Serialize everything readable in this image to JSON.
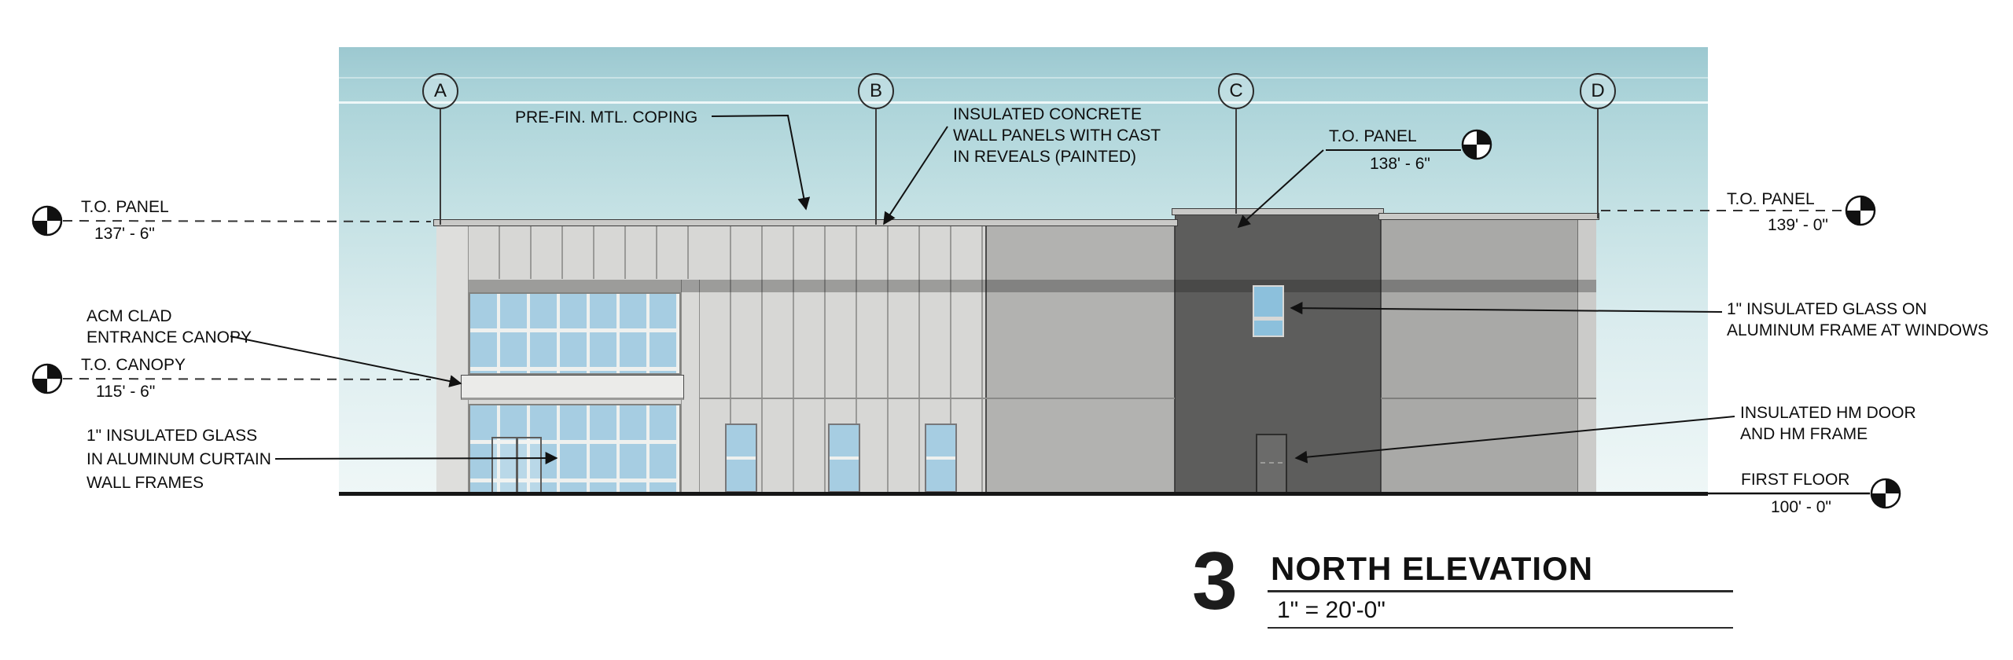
{
  "drawing": {
    "number": "3",
    "title": "NORTH ELEVATION",
    "scale": "1\" = 20'-0\""
  },
  "grids": [
    {
      "label": "A"
    },
    {
      "label": "B"
    },
    {
      "label": "C"
    },
    {
      "label": "D"
    }
  ],
  "levels": {
    "left_top_panel": {
      "name": "T.O. PANEL",
      "elevation": "137' - 6\""
    },
    "canopy": {
      "name": "T.O. CANOPY",
      "elevation": "115' - 6\""
    },
    "top_panel_center": {
      "name": "T.O. PANEL",
      "elevation": "138' - 6\""
    },
    "right_top_panel": {
      "name": "T.O. PANEL",
      "elevation": "139' - 0\""
    },
    "first_floor": {
      "name": "FIRST FLOOR",
      "elevation": "100' - 0\""
    }
  },
  "notes": {
    "coping": "PRE-FIN. MTL. COPING",
    "wall_panels": [
      "INSULATED CONCRETE",
      "WALL PANELS WITH  CAST",
      "IN REVEALS (PAINTED)"
    ],
    "acm_canopy": [
      "ACM CLAD",
      "ENTRANCE CANOPY"
    ],
    "curtain_wall": [
      "1\" INSULATED GLASS",
      "IN ALUMINUM CURTAIN",
      "WALL FRAMES"
    ],
    "window_glass": [
      "1\" INSULATED GLASS ON",
      "ALUMINUM FRAME AT WINDOWS"
    ],
    "hm_door": [
      "INSULATED HM DOOR",
      "AND HM FRAME"
    ]
  },
  "colors": {
    "sky_top": "#9cc8d0",
    "sky_bottom": "#eff7f7",
    "panel_light": "#d7d7d5",
    "panel_medium": "#b2b2b0",
    "panel_dark": "#5d5d5c",
    "glass": "#a6cde2",
    "line": "#161616"
  }
}
